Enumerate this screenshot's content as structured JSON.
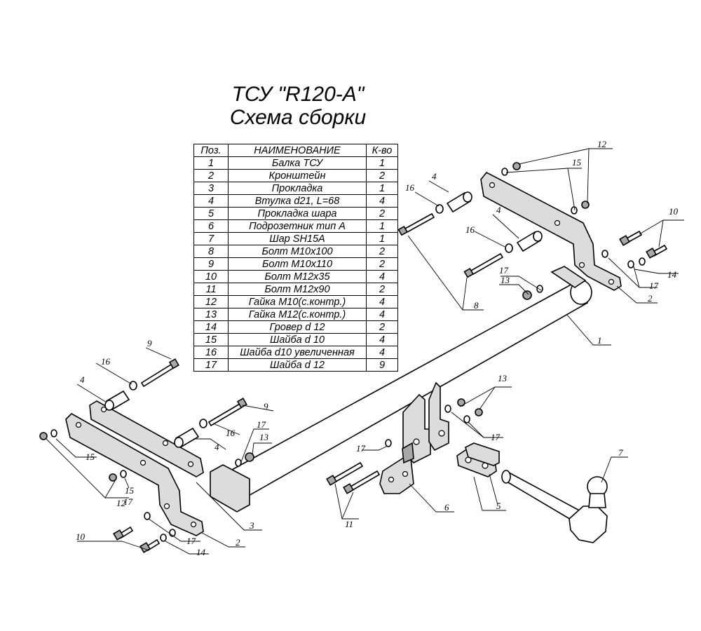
{
  "title": {
    "line1": "ТСУ \"R120-A\"",
    "line2": "Схема сборки"
  },
  "bom": {
    "headers": [
      "Поз.",
      "НАИМЕНОВАНИЕ",
      "К-во"
    ],
    "rows": [
      {
        "pos": "1",
        "name": "Балка ТСУ",
        "qty": "1"
      },
      {
        "pos": "2",
        "name": "Кронштейн",
        "qty": "2"
      },
      {
        "pos": "3",
        "name": "Прокладка",
        "qty": "1"
      },
      {
        "pos": "4",
        "name": "Втулка d21, L=68",
        "qty": "4"
      },
      {
        "pos": "5",
        "name": "Прокладка шара",
        "qty": "2"
      },
      {
        "pos": "6",
        "name": "Подрозетник тип А",
        "qty": "1"
      },
      {
        "pos": "7",
        "name": "Шар SH15A",
        "qty": "1"
      },
      {
        "pos": "8",
        "name": "Болт M10x100",
        "qty": "2"
      },
      {
        "pos": "9",
        "name": "Болт M10x110",
        "qty": "2"
      },
      {
        "pos": "10",
        "name": "Болт M12x35",
        "qty": "4"
      },
      {
        "pos": "11",
        "name": "Болт M12x90",
        "qty": "2"
      },
      {
        "pos": "12",
        "name": "Гайка M10(с.контр.)",
        "qty": "4"
      },
      {
        "pos": "13",
        "name": "Гайка M12(с.контр.)",
        "qty": "4"
      },
      {
        "pos": "14",
        "name": "Гровер d 12",
        "qty": "2"
      },
      {
        "pos": "15",
        "name": "Шайба d 10",
        "qty": "4"
      },
      {
        "pos": "16",
        "name": "Шайба d10 увеличенная",
        "qty": "4"
      },
      {
        "pos": "17",
        "name": "Шайба d 12",
        "qty": "9"
      }
    ]
  },
  "callouts": {
    "c1": "1",
    "c2a": "2",
    "c2b": "2",
    "c3": "3",
    "c4a": "4",
    "c4b": "4",
    "c4c": "4",
    "c4d": "4",
    "c5": "5",
    "c6": "6",
    "c7": "7",
    "c8": "8",
    "c9a": "9",
    "c9b": "9",
    "c10a": "10",
    "c10b": "10",
    "c11": "11",
    "c12a": "12",
    "c12b": "12",
    "c13a": "13",
    "c13b": "13",
    "c13c": "13",
    "c14a": "14",
    "c14b": "14",
    "c15a": "15",
    "c15b": "15",
    "c15c": "15",
    "c16a": "16",
    "c16b": "16",
    "c16c": "16",
    "c16d": "16",
    "c17a": "17",
    "c17b": "17",
    "c17c": "17",
    "c17d": "17",
    "c17e": "17",
    "c17f": "17",
    "c17g": "17"
  }
}
